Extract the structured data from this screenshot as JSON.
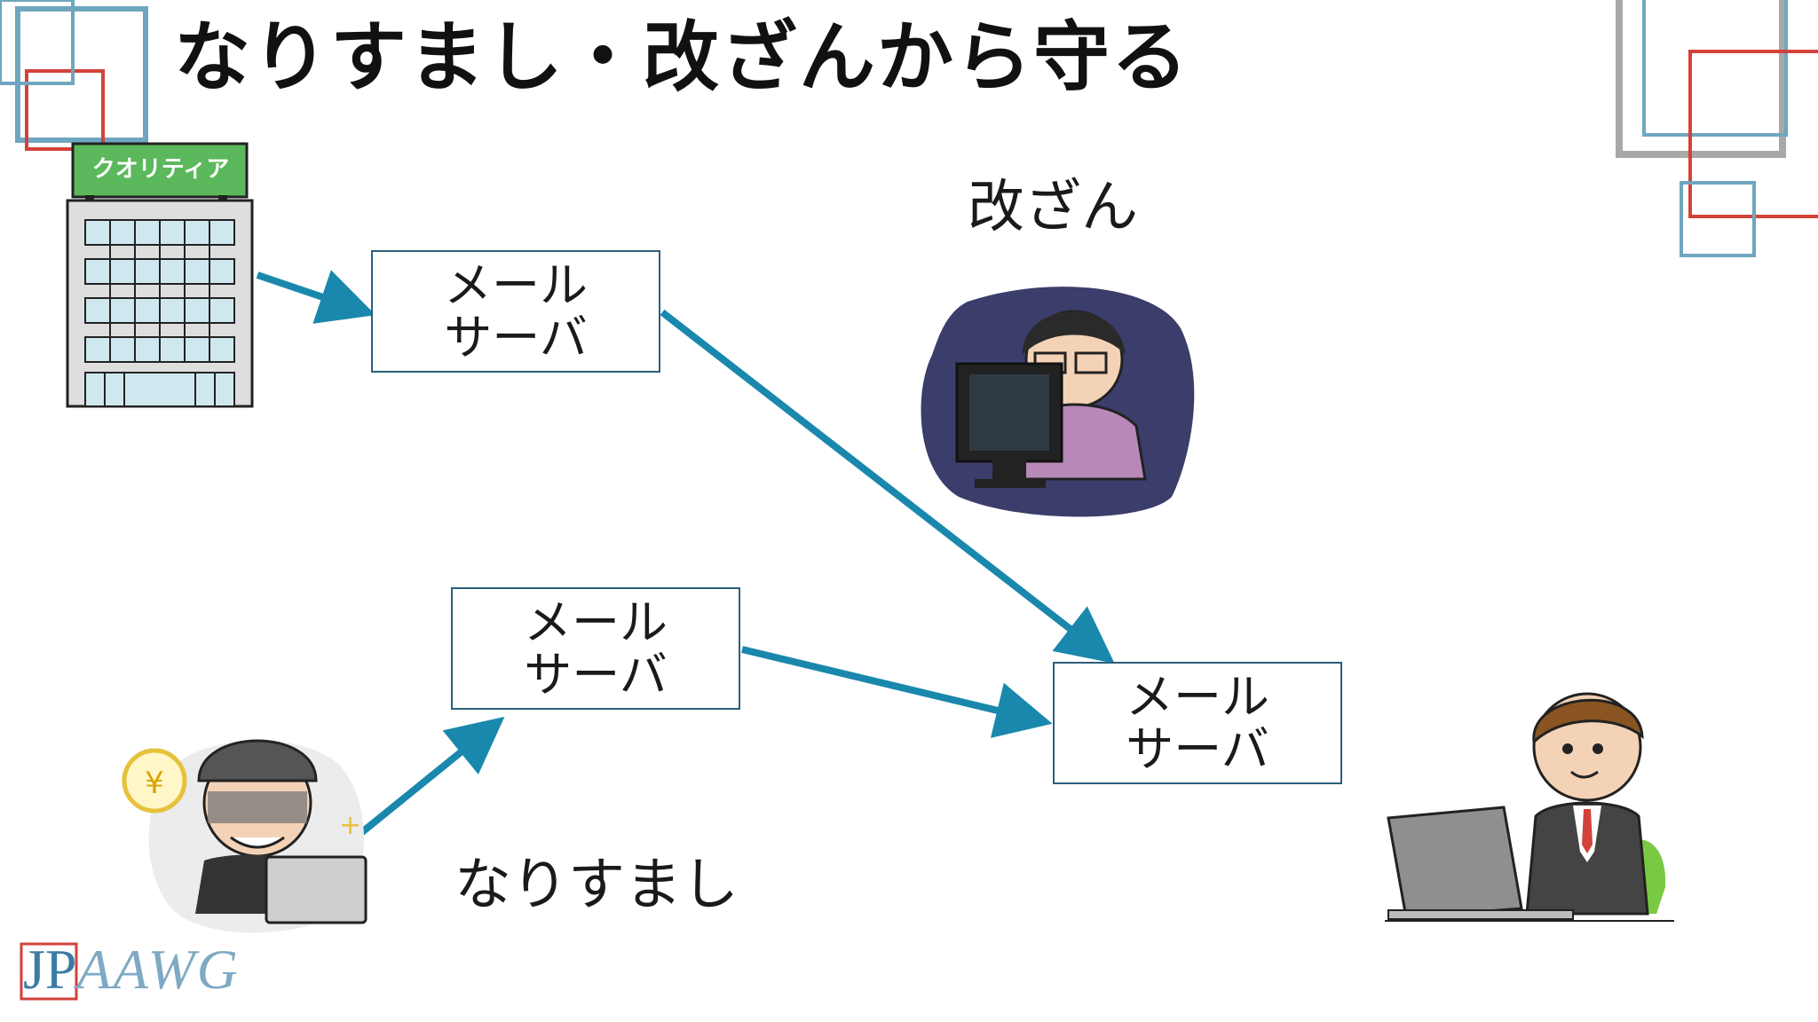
{
  "slide": {
    "title": "なりすまし・改ざんから守る",
    "label_tamper": "改ざん",
    "label_spoof": "なりすまし",
    "company_sign": "クオリティア",
    "logo": {
      "jp": "JP",
      "rest": "AAWG"
    }
  },
  "servers": [
    {
      "line1": "メール",
      "line2": "サーバ"
    },
    {
      "line1": "メール",
      "line2": "サーバ"
    },
    {
      "line1": "メール",
      "line2": "サーバ"
    }
  ],
  "icons": {
    "company": "office-building-icon",
    "tamperer": "hacker-at-computer-icon",
    "spoofer": "masked-thief-laptop-icon",
    "recipient": "businessman-laptop-icon"
  },
  "colors": {
    "arrow": "#1a88ad",
    "server_border": "#2c5f7c",
    "sign_green": "#5cb85c",
    "deco_blue": "#6fa6bf",
    "deco_red": "#d2423b",
    "deco_gray": "#a8a8a8",
    "logo_blue": "#3a7ca5",
    "logo_red": "#d2423b"
  }
}
